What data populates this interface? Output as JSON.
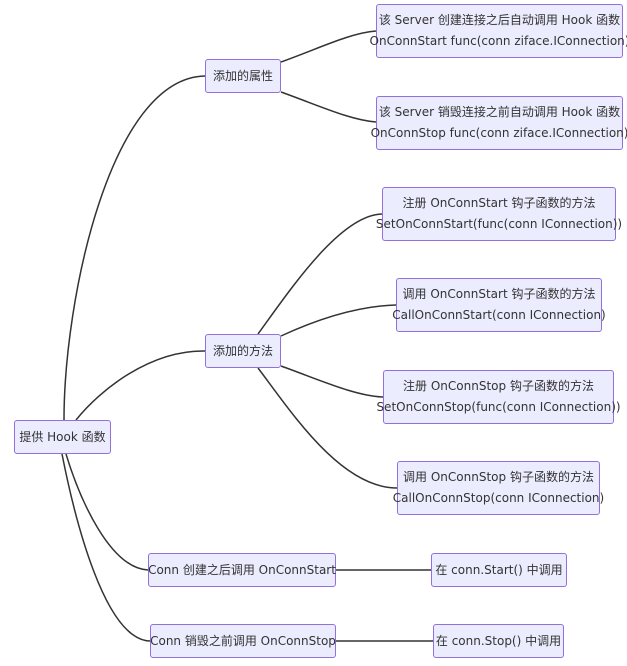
{
  "diagram": {
    "colors": {
      "node_fill": "#ECECFF",
      "node_border": "#9370DB",
      "edge": "#333333",
      "text": "#333333"
    },
    "root": {
      "label": "提供 Hook 函数"
    },
    "attrs": {
      "label": "添加的属性",
      "start": {
        "line1": "该 Server 创建连接之后自动调用 Hook 函数",
        "line2": "OnConnStart func(conn ziface.IConnection)"
      },
      "stop": {
        "line1": "该 Server 销毁连接之前自动调用 Hook 函数",
        "line2": "OnConnStop func(conn ziface.IConnection)"
      }
    },
    "methods": {
      "label": "添加的方法",
      "set_start": {
        "line1": "注册 OnConnStart 钩子函数的方法",
        "line2": "SetOnConnStart(func(conn IConnection))"
      },
      "call_start": {
        "line1": "调用 OnConnStart 钩子函数的方法",
        "line2": "CallOnConnStart(conn IConnection)"
      },
      "set_stop": {
        "line1": "注册 OnConnStop 钩子函数的方法",
        "line2": "SetOnConnStop(func(conn IConnection))"
      },
      "call_stop": {
        "line1": "调用 OnConnStop 钩子函数的方法",
        "line2": "CallOnConnStop(conn IConnection)"
      }
    },
    "conn_start": {
      "label": "Conn 创建之后调用 OnConnStart",
      "child": "在 conn.Start() 中调用"
    },
    "conn_stop": {
      "label": "Conn 销毁之前调用 OnConnStop",
      "child": "在 conn.Stop() 中调用"
    }
  }
}
